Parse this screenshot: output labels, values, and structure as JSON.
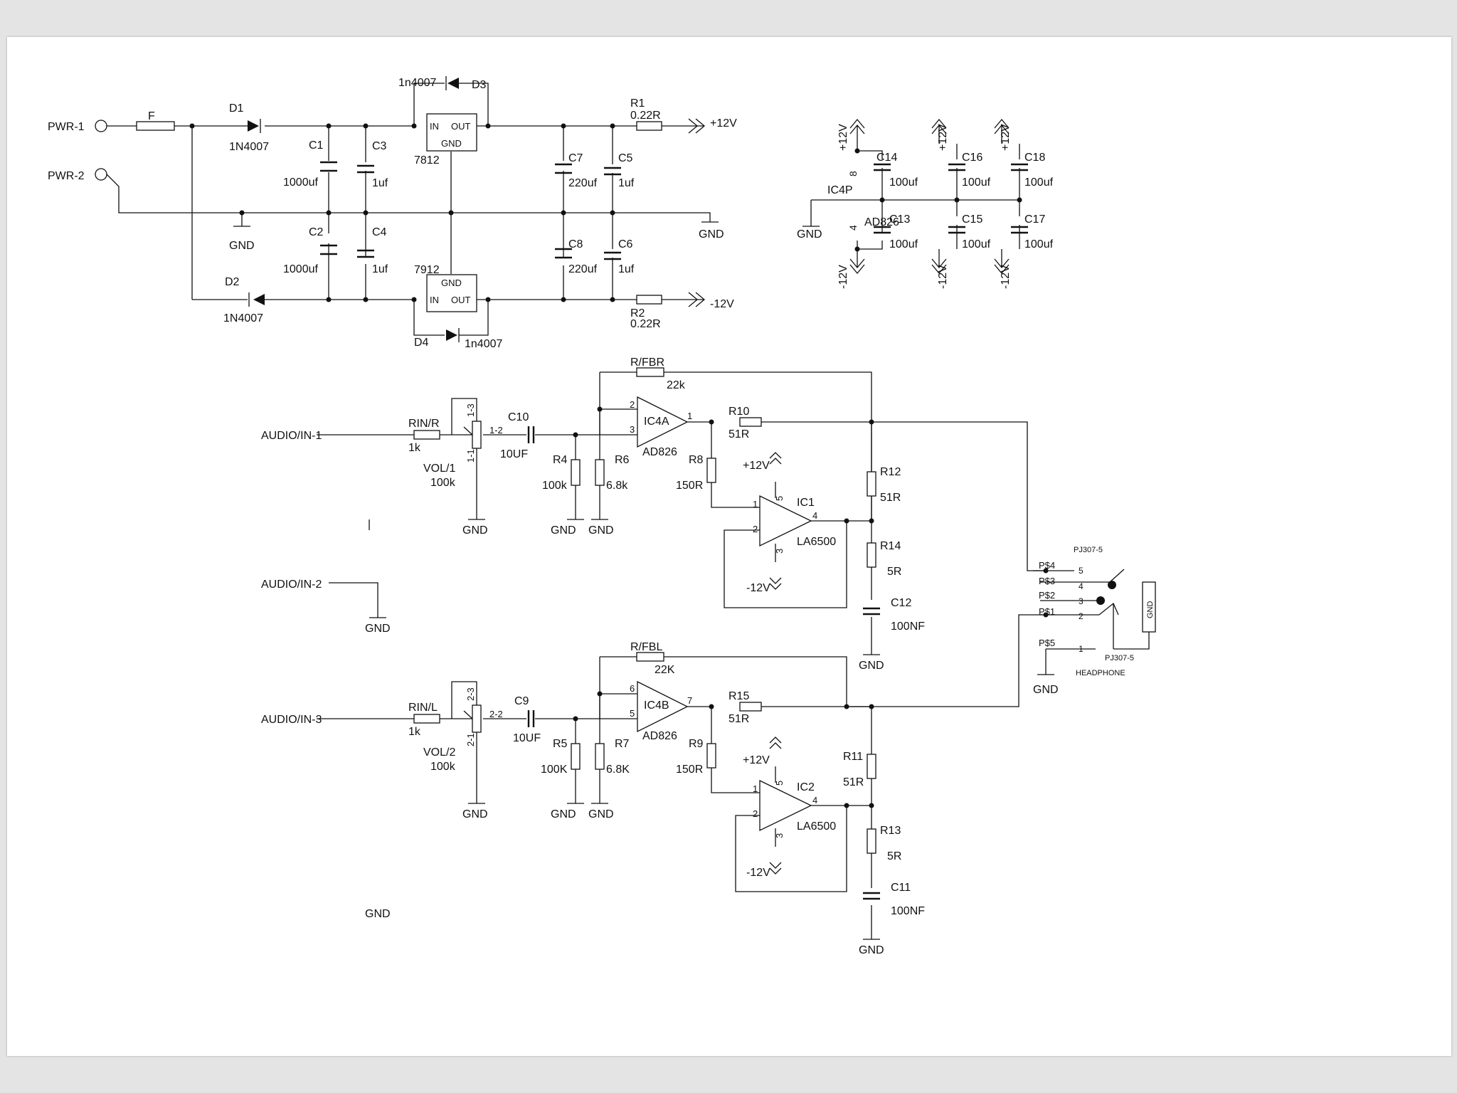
{
  "connectors": {
    "pwr1": "PWR-1",
    "pwr2": "PWR-2",
    "in1": "AUDIO/IN-1",
    "in2": "AUDIO/IN-2",
    "in3": "AUDIO/IN-3"
  },
  "supply": {
    "fuse": "F",
    "d1": {
      "ref": "D1",
      "val": "1N4007"
    },
    "d2": {
      "ref": "D2",
      "val": "1N4007"
    },
    "d3": {
      "ref": "D3",
      "val": "1n4007"
    },
    "d4": {
      "ref": "D4",
      "val": "1n4007"
    },
    "c1": {
      "ref": "C1",
      "val": "1000uf"
    },
    "c2": {
      "ref": "C2",
      "val": "1000uf"
    },
    "c3": {
      "ref": "C3",
      "val": "1uf"
    },
    "c4": {
      "ref": "C4",
      "val": "1uf"
    },
    "c5": {
      "ref": "C5",
      "val": "1uf"
    },
    "c6": {
      "ref": "C6",
      "val": "1uf"
    },
    "c7": {
      "ref": "C7",
      "val": "220uf"
    },
    "c8": {
      "ref": "C8",
      "val": "220uf"
    },
    "r1": {
      "ref": "R1",
      "val": "0.22R"
    },
    "r2": {
      "ref": "R2",
      "val": "0.22R"
    },
    "reg_pos": {
      "name": "7812",
      "pin_in": "IN",
      "pin_out": "OUT",
      "pin_gnd": "GND"
    },
    "reg_neg": {
      "name": "7912",
      "pin_in": "IN",
      "pin_out": "OUT",
      "pin_gnd": "GND"
    },
    "rail_pos": "+12V",
    "rail_neg": "-12V",
    "gnd": "GND"
  },
  "decoupling": {
    "ic4p": "IC4P",
    "ad826": "AD826",
    "pin8": "8",
    "pin4": "4",
    "c13": {
      "ref": "C13",
      "val": "100uf"
    },
    "c14": {
      "ref": "C14",
      "val": "100uf"
    },
    "c15": {
      "ref": "C15",
      "val": "100uf"
    },
    "c16": {
      "ref": "C16",
      "val": "100uf"
    },
    "c17": {
      "ref": "C17",
      "val": "100uf"
    },
    "c18": {
      "ref": "C18",
      "val": "100uf"
    }
  },
  "right": {
    "rin": {
      "ref": "RIN/R",
      "val": "1k"
    },
    "vol": {
      "ref": "VOL/1",
      "val": "100k",
      "p1": "1-1",
      "p2": "1-2",
      "p3": "1-3"
    },
    "cin": {
      "ref": "C10",
      "val": "10UF"
    },
    "rbias": {
      "ref": "R4",
      "val": "100k"
    },
    "rgnd": {
      "ref": "R6",
      "val": "6.8k"
    },
    "rfb": {
      "ref": "R/FBR",
      "val": "22k"
    },
    "opamp": {
      "ref": "IC4A",
      "val": "AD826",
      "pin_inv": "2",
      "pin_ni": "3",
      "pin_out": "1"
    },
    "rout": {
      "ref": "R10",
      "val": "51R"
    },
    "rdrv": {
      "ref": "R8",
      "val": "150R"
    },
    "buf": {
      "ref": "IC1",
      "val": "LA6500",
      "pin_ni": "1",
      "pin_inv": "2",
      "pin_out": "4",
      "pin_vp": "5",
      "pin_vn": "3"
    },
    "rser": {
      "ref": "R12",
      "val": "51R"
    },
    "rz": {
      "ref": "R14",
      "val": "5R"
    },
    "cz": {
      "ref": "C12",
      "val": "100NF"
    }
  },
  "left": {
    "rin": {
      "ref": "RIN/L",
      "val": "1k"
    },
    "vol": {
      "ref": "VOL/2",
      "val": "100k",
      "p1": "2-1",
      "p2": "2-2",
      "p3": "2-3"
    },
    "cin": {
      "ref": "C9",
      "val": "10UF"
    },
    "rbias": {
      "ref": "R5",
      "val": "100K"
    },
    "rgnd": {
      "ref": "R7",
      "val": "6.8K"
    },
    "rfb": {
      "ref": "R/FBL",
      "val": "22K"
    },
    "opamp": {
      "ref": "IC4B",
      "val": "AD826",
      "pin_inv": "6",
      "pin_ni": "5",
      "pin_out": "7"
    },
    "rout": {
      "ref": "R15",
      "val": "51R"
    },
    "rdrv": {
      "ref": "R9",
      "val": "150R"
    },
    "buf": {
      "ref": "IC2",
      "val": "LA6500",
      "pin_ni": "1",
      "pin_inv": "2",
      "pin_out": "4",
      "pin_vp": "5",
      "pin_vn": "3"
    },
    "rser": {
      "ref": "R11",
      "val": "51R"
    },
    "rz": {
      "ref": "R13",
      "val": "5R"
    },
    "cz": {
      "ref": "C11",
      "val": "100NF"
    }
  },
  "jack": {
    "part": "PJ307-5",
    "name": "HEADPHONE",
    "gnd": "GND",
    "pins": [
      {
        "label": "P$4",
        "num": "5"
      },
      {
        "label": "P$3",
        "num": "4"
      },
      {
        "label": "P$2",
        "num": "3"
      },
      {
        "label": "P$1",
        "num": "2"
      },
      {
        "label": "P$5",
        "num": "1"
      }
    ]
  }
}
